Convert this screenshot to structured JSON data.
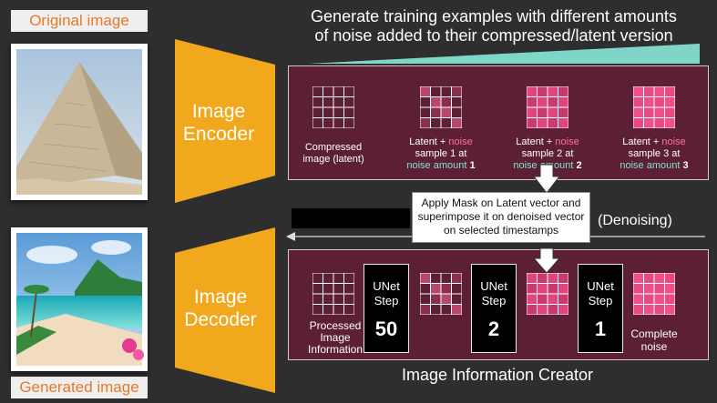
{
  "labels": {
    "original_image": "Original image",
    "generated_image": "Generated image"
  },
  "header": {
    "line1": "Generate training examples with different amounts",
    "line2": "of noise added to their compressed/latent version"
  },
  "encoder": {
    "line1": "Image",
    "line2": "Encoder"
  },
  "decoder": {
    "line1": "Image",
    "line2": "Decoder"
  },
  "top_panel": {
    "compressed": {
      "line1": "Compressed",
      "line2": "image (latent)"
    },
    "samples": [
      {
        "l1a": "Latent + ",
        "l1b": "noise",
        "l2": "sample 1 at",
        "l3a": "noise amount ",
        "l3b": "1"
      },
      {
        "l1a": "Latent + ",
        "l1b": "noise",
        "l2": "sample 2 at",
        "l3a": "noise amount ",
        "l3b": "2"
      },
      {
        "l1a": "Latent + ",
        "l1b": "noise",
        "l2": "sample 3 at",
        "l3a": "noise amount ",
        "l3b": "3"
      }
    ]
  },
  "callout": {
    "line1": "Apply Mask on Latent vector and",
    "line2": "superimpose it on denoised vector",
    "line3": "on selected timestamps"
  },
  "denoising_label": "(Denoising)",
  "bottom_panel": {
    "processed": {
      "line1": "Processed",
      "line2": "Image",
      "line3": "Information"
    },
    "unets": [
      {
        "t1": "UNet",
        "t2": "Step",
        "num": "50"
      },
      {
        "t1": "UNet",
        "t2": "Step",
        "num": "2"
      },
      {
        "t1": "UNet",
        "t2": "Step",
        "num": "1"
      }
    ],
    "complete_noise": {
      "line1": "Complete",
      "line2": "noise"
    }
  },
  "footer_title": "Image Information Creator",
  "colors": {
    "background": "#2e2e2e",
    "panel": "#5c1f33",
    "encoder_decoder": "#f2a81d",
    "label_orange": "#e8782a",
    "noise_pink": "#ff6fa9",
    "noise_cyan": "#7fe3d6",
    "wedge_teal": "#7fd6c8"
  }
}
